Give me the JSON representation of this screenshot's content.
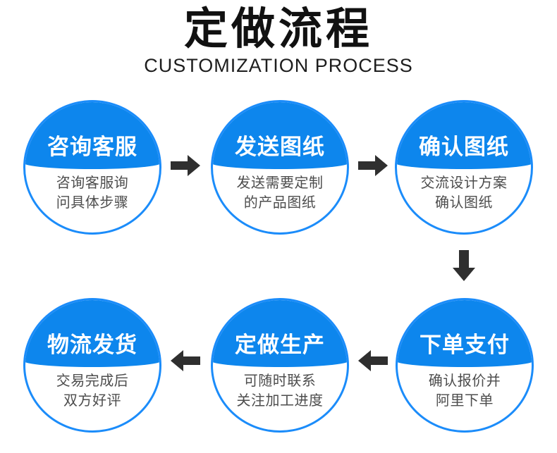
{
  "header": {
    "title": "定做流程",
    "subtitle": "CUSTOMIZATION PROCESS"
  },
  "steps": [
    {
      "title": "咨询客服",
      "desc_line1": "咨询客服询",
      "desc_line2": "问具体步骤"
    },
    {
      "title": "发送图纸",
      "desc_line1": "发送需要定制",
      "desc_line2": "的产品图纸"
    },
    {
      "title": "确认图纸",
      "desc_line1": "交流设计方案",
      "desc_line2": "确认图纸"
    },
    {
      "title": "下单支付",
      "desc_line1": "确认报价并",
      "desc_line2": "阿里下单"
    },
    {
      "title": "定做生产",
      "desc_line1": "可随时联系",
      "desc_line2": "关注加工进度"
    },
    {
      "title": "物流发货",
      "desc_line1": "交易完成后",
      "desc_line2": "双方好评"
    }
  ],
  "icons": {
    "flow_top_row": "arrow-right-icon",
    "flow_right_side": "arrow-down-icon",
    "flow_bottom_row": "arrow-left-icon"
  },
  "colors": {
    "circle_blue": "#0d86ed",
    "circle_ring": "#1b8cfa",
    "arrow": "#2f2f2f",
    "description_text": "#4d4d4d",
    "title_text": "#111111"
  }
}
